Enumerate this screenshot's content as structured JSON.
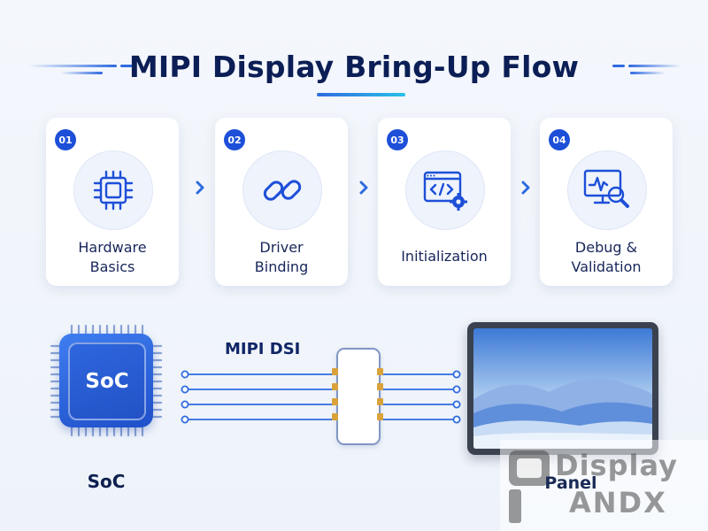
{
  "title": "MIPI Display Bring-Up Flow",
  "colors": {
    "primary": "#1d4fd8",
    "accent": "#29c0e8",
    "text_dark": "#0b1e55",
    "pin_gold": "#d9a23a"
  },
  "steps": [
    {
      "number": "01",
      "label": "Hardware\nBasics",
      "icon": "chip-icon"
    },
    {
      "number": "02",
      "label": "Driver\nBinding",
      "icon": "link-icon"
    },
    {
      "number": "03",
      "label": "Initialization",
      "icon": "code-gear-window-icon"
    },
    {
      "number": "04",
      "label": "Debug &\nValidation",
      "icon": "monitor-magnifier-icon"
    }
  ],
  "diagram": {
    "soc_chip_label": "SoC",
    "soc_caption": "SoC",
    "bus_label": "MIPI DSI",
    "panel_caption": "Panel"
  },
  "watermark": {
    "line1": "Display",
    "line2": "ANDX"
  }
}
